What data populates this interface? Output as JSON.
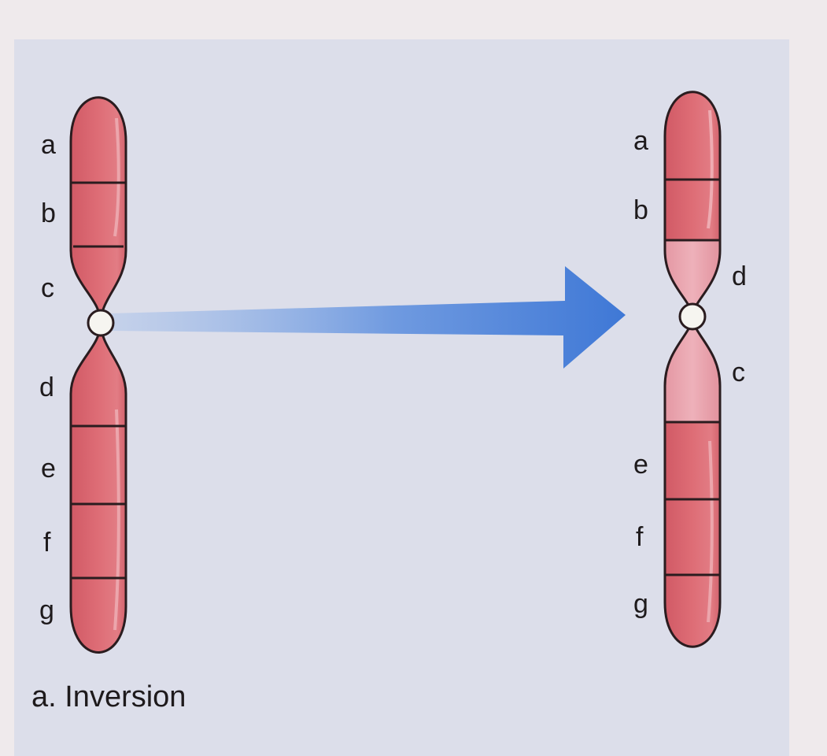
{
  "diagram": {
    "caption": "a. Inversion",
    "colors": {
      "panel": "#dcdeea",
      "background": "#efeaec",
      "chromosome_dark": "#d9636c",
      "chromosome_light": "#eba3ad",
      "outline": "#2a1c1f",
      "arrow": "#4a80d8",
      "centromere": "#f6f5f0"
    },
    "before": {
      "labels": [
        "a",
        "b",
        "c",
        "d",
        "e",
        "f",
        "g"
      ]
    },
    "after": {
      "labels": [
        "a",
        "b",
        "d",
        "c",
        "e",
        "f",
        "g"
      ]
    },
    "arrow_icon": "right-arrow-icon"
  }
}
